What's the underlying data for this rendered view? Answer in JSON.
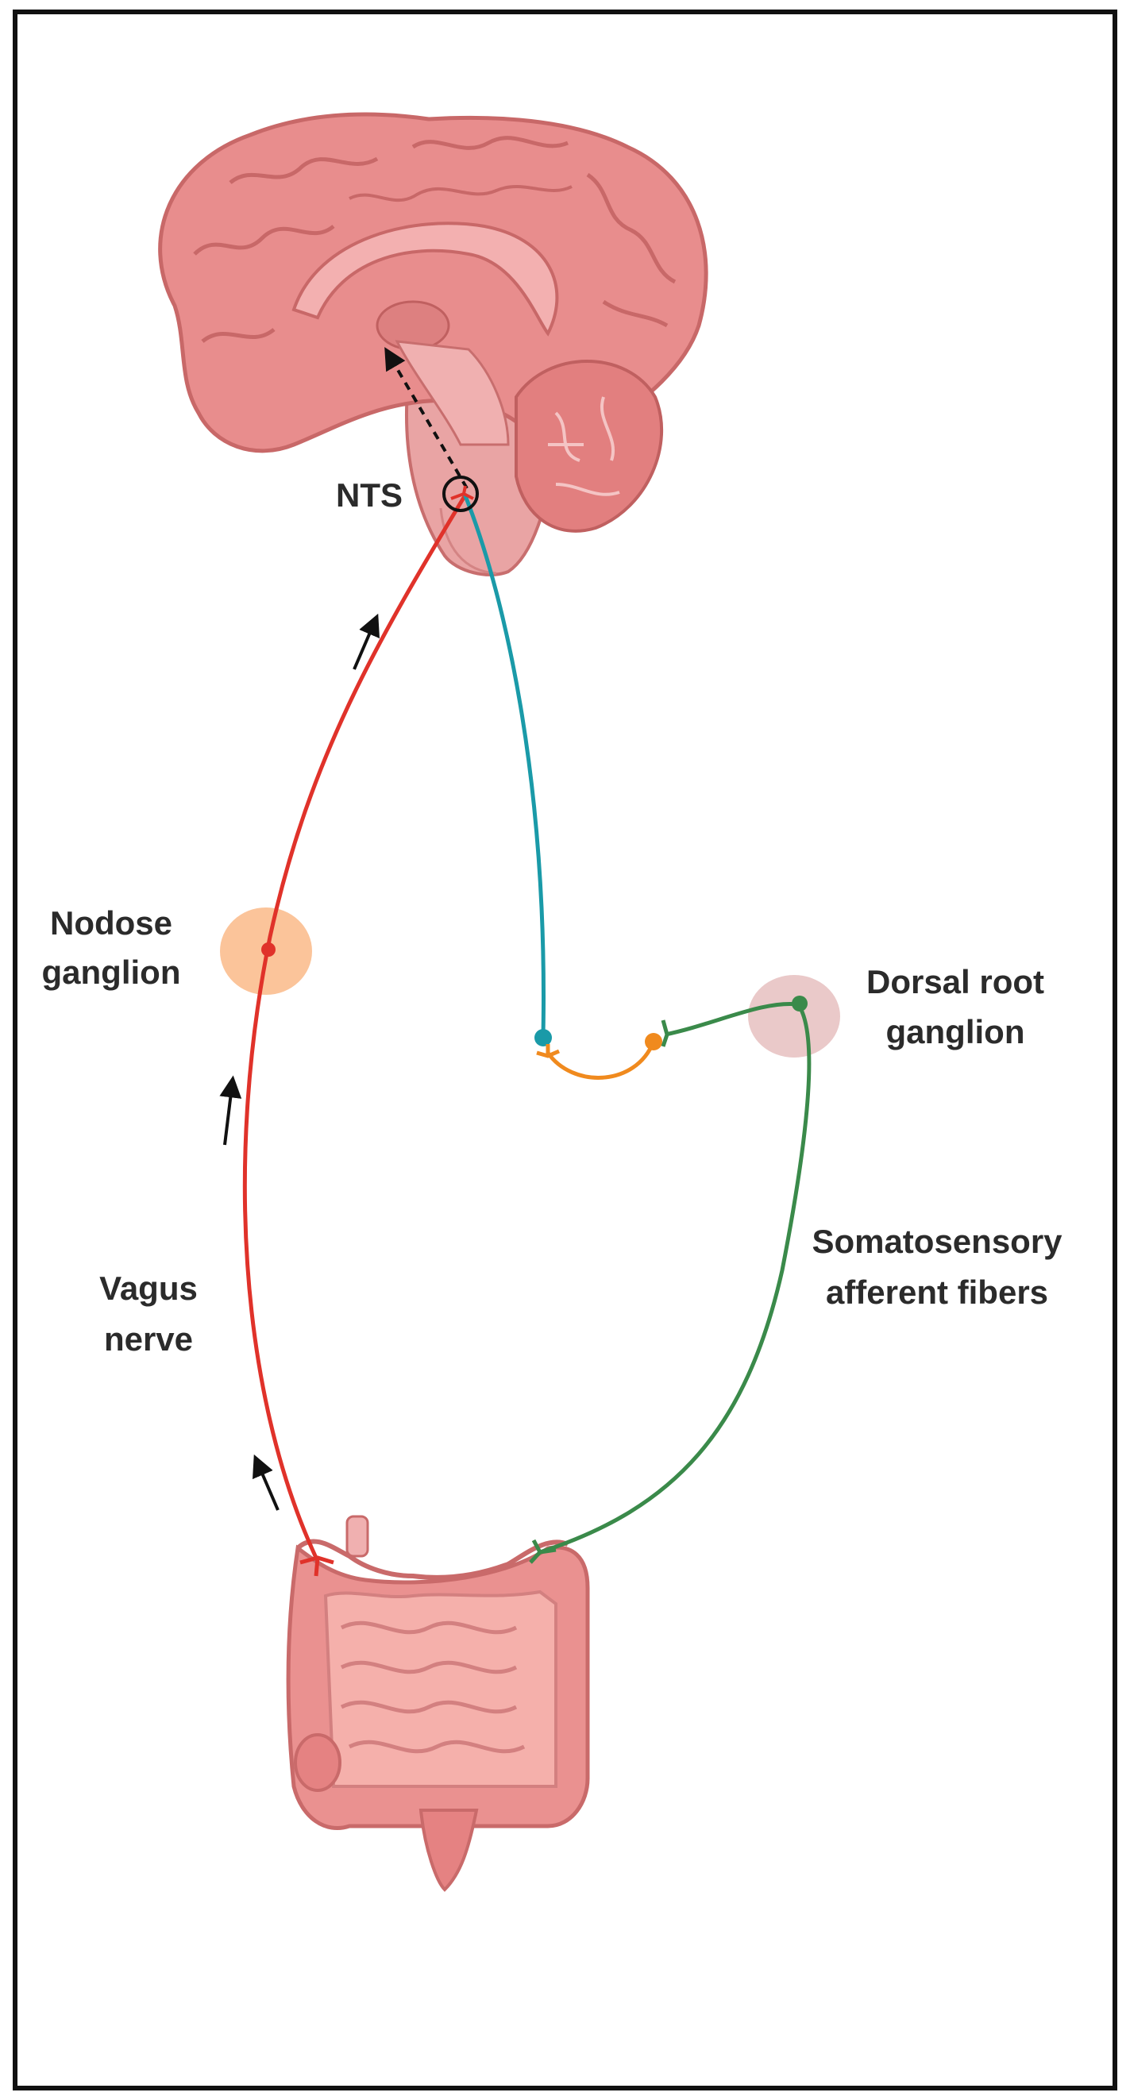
{
  "labels": {
    "nts": "NTS",
    "nodose_line1": "Nodose",
    "nodose_line2": "ganglion",
    "dorsal_line1": "Dorsal root",
    "dorsal_line2": "ganglion",
    "vagus_line1": "Vagus",
    "vagus_line2": "nerve",
    "soma_line1": "Somatosensory",
    "soma_line2": "afferent fibers"
  },
  "colors": {
    "vagus": "#e0322a",
    "nts_projection": "#1a9aa8",
    "interneuron": "#f08a1e",
    "somatosensory": "#3a8a4a",
    "brain": "#e88d8d",
    "gut": "#f0a3a0",
    "nodose_ganglion": "#fbc49a",
    "dorsal_root_ganglion": "#eac9c9",
    "frame": "#111111"
  }
}
